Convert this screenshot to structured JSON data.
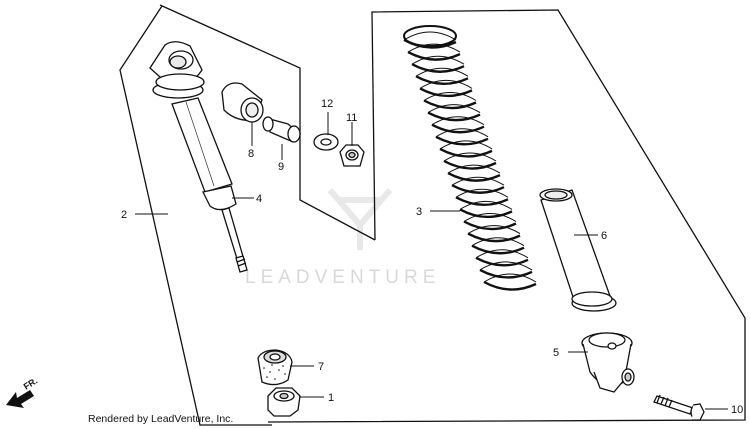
{
  "diagram": {
    "watermark": "LEADVENTURE",
    "credit": "Rendered by LeadVenture, Inc.",
    "direction_label": "FR.",
    "callouts": [
      {
        "id": "1",
        "label": "1"
      },
      {
        "id": "2",
        "label": "2"
      },
      {
        "id": "3",
        "label": "3"
      },
      {
        "id": "4",
        "label": "4"
      },
      {
        "id": "5",
        "label": "5"
      },
      {
        "id": "6",
        "label": "6"
      },
      {
        "id": "7",
        "label": "7"
      },
      {
        "id": "8",
        "label": "8"
      },
      {
        "id": "9",
        "label": "9"
      },
      {
        "id": "10",
        "label": "10"
      },
      {
        "id": "11",
        "label": "11"
      },
      {
        "id": "12",
        "label": "12"
      }
    ]
  }
}
